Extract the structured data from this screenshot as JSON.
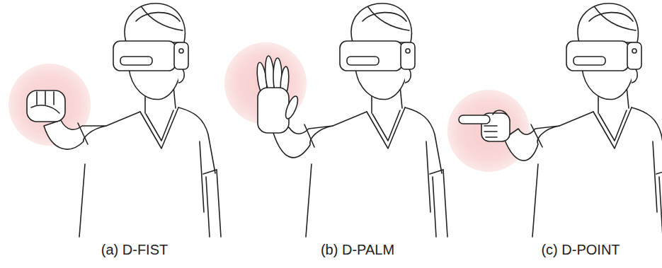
{
  "diagram": {
    "labels": [
      "(a) D-FIST",
      "(b) D-PALM",
      "(c) D-POINT"
    ]
  }
}
